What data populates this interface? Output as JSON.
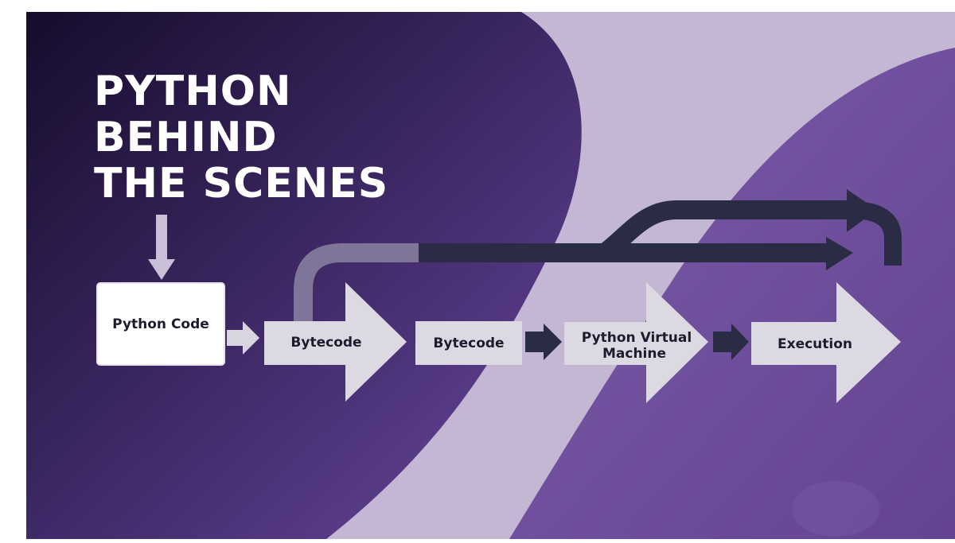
{
  "title": {
    "line1": "PYTHON",
    "line2": "BEHIND",
    "line3": "THE SCENES"
  },
  "flow": {
    "python_code": "Python Code",
    "bytecode_1": "Bytecode",
    "bytecode_2": "Bytecode",
    "pvm_line1": "Python Virtual",
    "pvm_line2": "Machine",
    "execution": "Execution"
  },
  "colors": {
    "bg_dark": "#1e1238",
    "bg_purple": "#5d3c8e",
    "bg_light": "#c3b7d3",
    "arrow_dark": "#2a2c45",
    "box": "#dcd9e2"
  }
}
